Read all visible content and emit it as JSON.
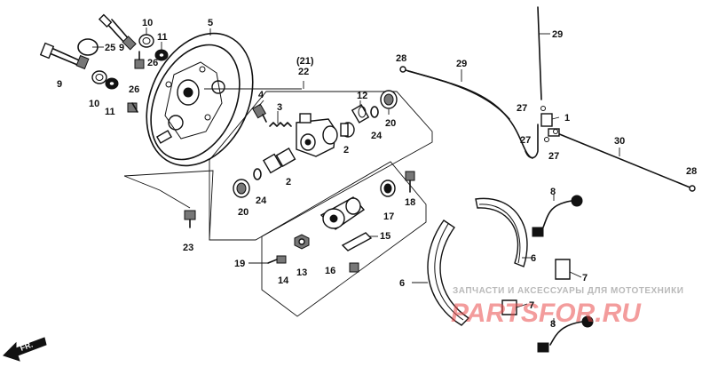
{
  "labels": {
    "l1": "1",
    "l2a": "2",
    "l2b": "2",
    "l3": "3",
    "l4": "4",
    "l5": "5",
    "l6a": "6",
    "l6b": "6",
    "l7a": "7",
    "l7b": "7",
    "l8a": "8",
    "l8b": "8",
    "l9a": "9",
    "l9b": "9",
    "l10a": "10",
    "l10b": "10",
    "l11a": "11",
    "l11b": "11",
    "l12": "12",
    "l13": "13",
    "l14": "14",
    "l15": "15",
    "l16": "16",
    "l17": "17",
    "l18": "18",
    "l19": "19",
    "l20a": "20",
    "l20b": "20",
    "l21": "(21)",
    "l22": "22",
    "l23": "23",
    "l24a": "24",
    "l24b": "24",
    "l25": "25",
    "l26a": "26",
    "l26b": "26",
    "l27a": "27",
    "l27b": "27",
    "l27c": "27",
    "l28a": "28",
    "l28b": "28",
    "l29a": "29",
    "l29b": "29",
    "l30": "30"
  },
  "direction_arrow": "FR.",
  "watermark": {
    "line1": "ЗАПЧАСТИ И АКСЕССУАРЫ ДЛЯ МОТОТЕХНИКИ",
    "line2": "PARTSFOR.RU"
  }
}
